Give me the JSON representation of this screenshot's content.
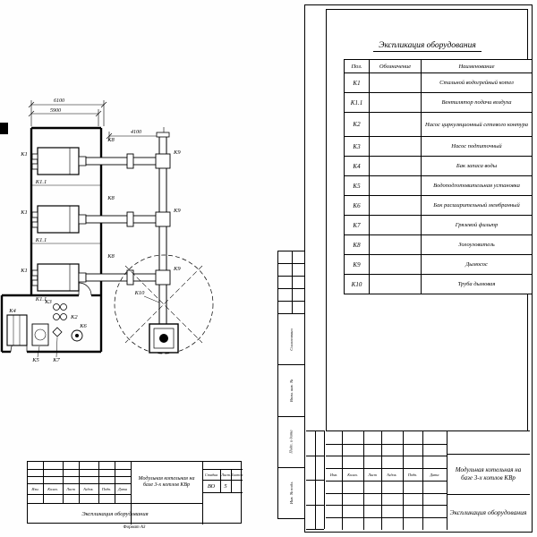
{
  "plan": {
    "dim_6100": "6100",
    "dim_5900": "5900",
    "dim_4100": "4100",
    "labels": {
      "k1": "К1",
      "k1_1": "К1.1",
      "k2": "К2",
      "k3": "К3",
      "k4": "К4",
      "k5": "К5",
      "k6": "К6",
      "k7": "К7",
      "k8": "К8",
      "k9": "К9",
      "k10": "К10"
    },
    "stamp": {
      "izm": "Изм.",
      "kolich": "Колич.",
      "list": "Лист",
      "ndok": "№док.",
      "podp": "Подп.",
      "data": "Дата",
      "project_line1": "Модульная котельная на",
      "project_line2": "базе 3-х котлов КВр",
      "doc_title": "Экспликация оборудования",
      "stage_label": "Стадия",
      "sheet_label": "Лист",
      "sheets_label": "Листов",
      "stage_value": "ВО",
      "sheet_value": "5",
      "format_label": "Формат  А3"
    }
  },
  "spec": {
    "title": "Экспликация оборудования",
    "columns": {
      "pos": "Поз.",
      "designation": "Обозначение",
      "name": "Наименование"
    },
    "rows": [
      {
        "pos": "К1",
        "name": "Стальной водогрейный котел"
      },
      {
        "pos": "К1.1",
        "name": "Вентилятор подачи воздуха"
      },
      {
        "pos": "К2",
        "name": "Насос циркуляционный сетевого контура"
      },
      {
        "pos": "К3",
        "name": "Насос подпиточный"
      },
      {
        "pos": "К4",
        "name": "Бак запаса воды"
      },
      {
        "pos": "К5",
        "name": "Водоподготовительная установка"
      },
      {
        "pos": "К6",
        "name": "Бак расширительный мембранный"
      },
      {
        "pos": "К7",
        "name": "Грязевой фильтр"
      },
      {
        "pos": "К8",
        "name": "Золоуловитель"
      },
      {
        "pos": "К9",
        "name": "Дымосос"
      },
      {
        "pos": "К10",
        "name": "Труба дымовая"
      }
    ],
    "margin": {
      "soglasovano": "Согласовано",
      "vzam_inv": "Взам. инв. №",
      "podp_data": "Подп. и дата",
      "inv_podl": "Инв. № подл."
    },
    "stamp": {
      "izm": "Изм.",
      "kolich": "Колич.",
      "list": "Лист",
      "ndok": "№док.",
      "podp": "Подп.",
      "data": "Дата",
      "project_line1": "Модульная котельная на",
      "project_line2": "базе 3-х котлов КВр",
      "doc_title": "Экспликация оборудования"
    }
  }
}
